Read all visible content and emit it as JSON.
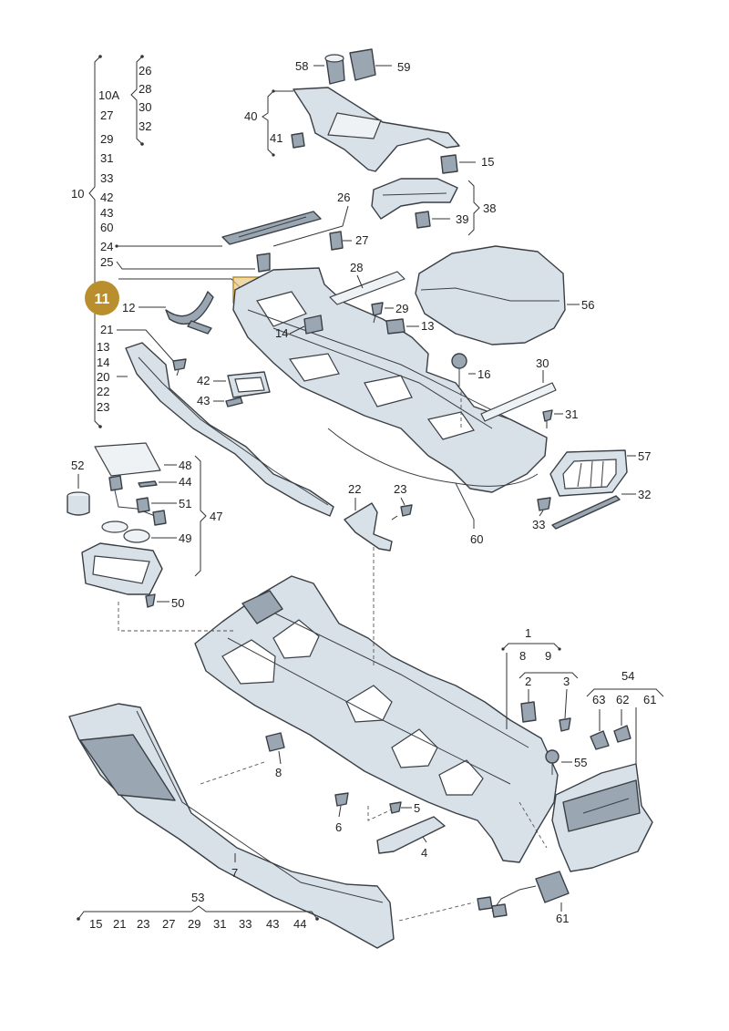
{
  "callout_badge": {
    "label": "11",
    "color": "#b98f2e"
  },
  "left_group": {
    "label_10": "10",
    "label_10A": "10A",
    "label_27": "27",
    "label_29": "29",
    "label_31": "31",
    "label_33": "33",
    "label_42": "42",
    "label_43": "43",
    "label_60": "60",
    "sub_26": "26",
    "sub_28": "28",
    "sub_30": "30",
    "sub_32": "32",
    "label_24": "24",
    "label_25": "25",
    "label_12": "12",
    "label_21": "21",
    "label_13": "13",
    "label_14": "14",
    "label_20": "20",
    "label_22": "22",
    "label_23": "23"
  },
  "top_parts": {
    "p58": "58",
    "p59": "59",
    "p40": "40",
    "p41": "41",
    "p15": "15",
    "p38": "38",
    "p39": "39",
    "p26": "26",
    "p27": "27",
    "p28": "28",
    "p29": "29",
    "p14": "14",
    "p13": "13",
    "p56": "56",
    "p42": "42",
    "p43": "43",
    "p16": "16",
    "p30": "30",
    "p31": "31",
    "p57": "57",
    "p32": "32",
    "p33": "33",
    "p22": "22",
    "p23": "23",
    "p60": "60"
  },
  "left_mid": {
    "p52": "52",
    "p48": "48",
    "p44": "44",
    "p51": "51",
    "p47": "47",
    "p49": "49",
    "p50": "50"
  },
  "lower_parts": {
    "p1": "1",
    "p8a": "8",
    "p9": "9",
    "p2": "2",
    "p3": "3",
    "p54": "54",
    "p63": "63",
    "p62": "62",
    "p61a": "61",
    "p55": "55",
    "p8b": "8",
    "p5": "5",
    "p6": "6",
    "p4": "4",
    "p7": "7",
    "p61b": "61"
  },
  "bottom_group": {
    "label_53": "53",
    "items": [
      "15",
      "21",
      "23",
      "27",
      "29",
      "31",
      "33",
      "43",
      "44"
    ]
  }
}
